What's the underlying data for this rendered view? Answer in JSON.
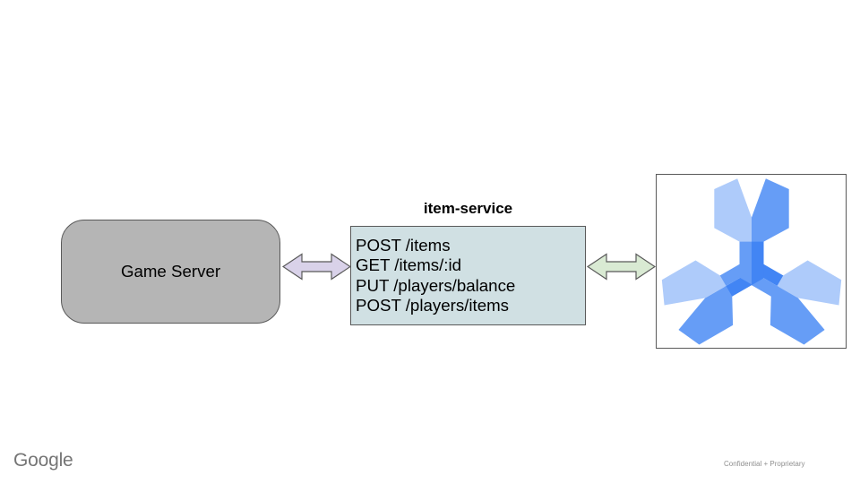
{
  "diagram": {
    "game_server": {
      "label": "Game Server"
    },
    "item_service": {
      "title": "item-service",
      "endpoints": [
        "POST /items",
        "GET /items/:id",
        "PUT /players/balance",
        "POST /players/items"
      ]
    },
    "database": {
      "icon": "cloud-spanner-icon"
    }
  },
  "colors": {
    "game_server_fill": "#b5b5b5",
    "item_service_fill": "#d0e0e3",
    "arrow_left_fill": "#d9d2e9",
    "arrow_right_fill": "#d9ead3",
    "shape_stroke": "#595959",
    "spanner_light": "#aecbfa",
    "spanner_medium": "#669df6",
    "spanner_dark": "#4285f4"
  },
  "footer": {
    "brand": "Google",
    "confidential": "Confidential + Proprietary"
  }
}
